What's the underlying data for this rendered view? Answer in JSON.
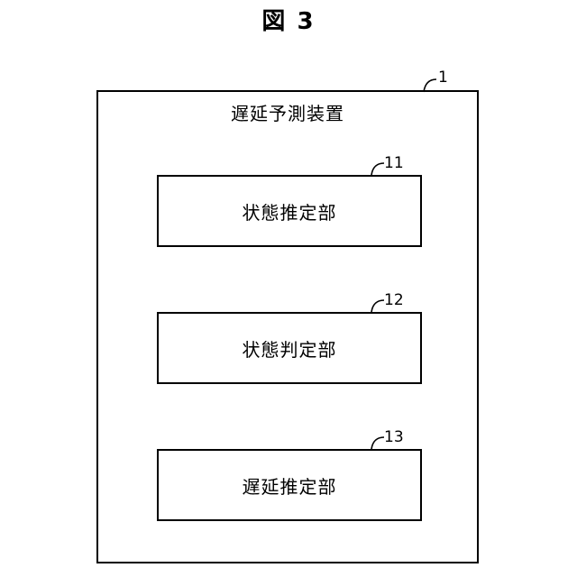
{
  "figure": {
    "title": "図 3"
  },
  "device": {
    "label": "遅延予測装置",
    "ref": "1"
  },
  "blocks": [
    {
      "label": "状態推定部",
      "ref": "11"
    },
    {
      "label": "状態判定部",
      "ref": "12"
    },
    {
      "label": "遅延推定部",
      "ref": "13"
    }
  ]
}
